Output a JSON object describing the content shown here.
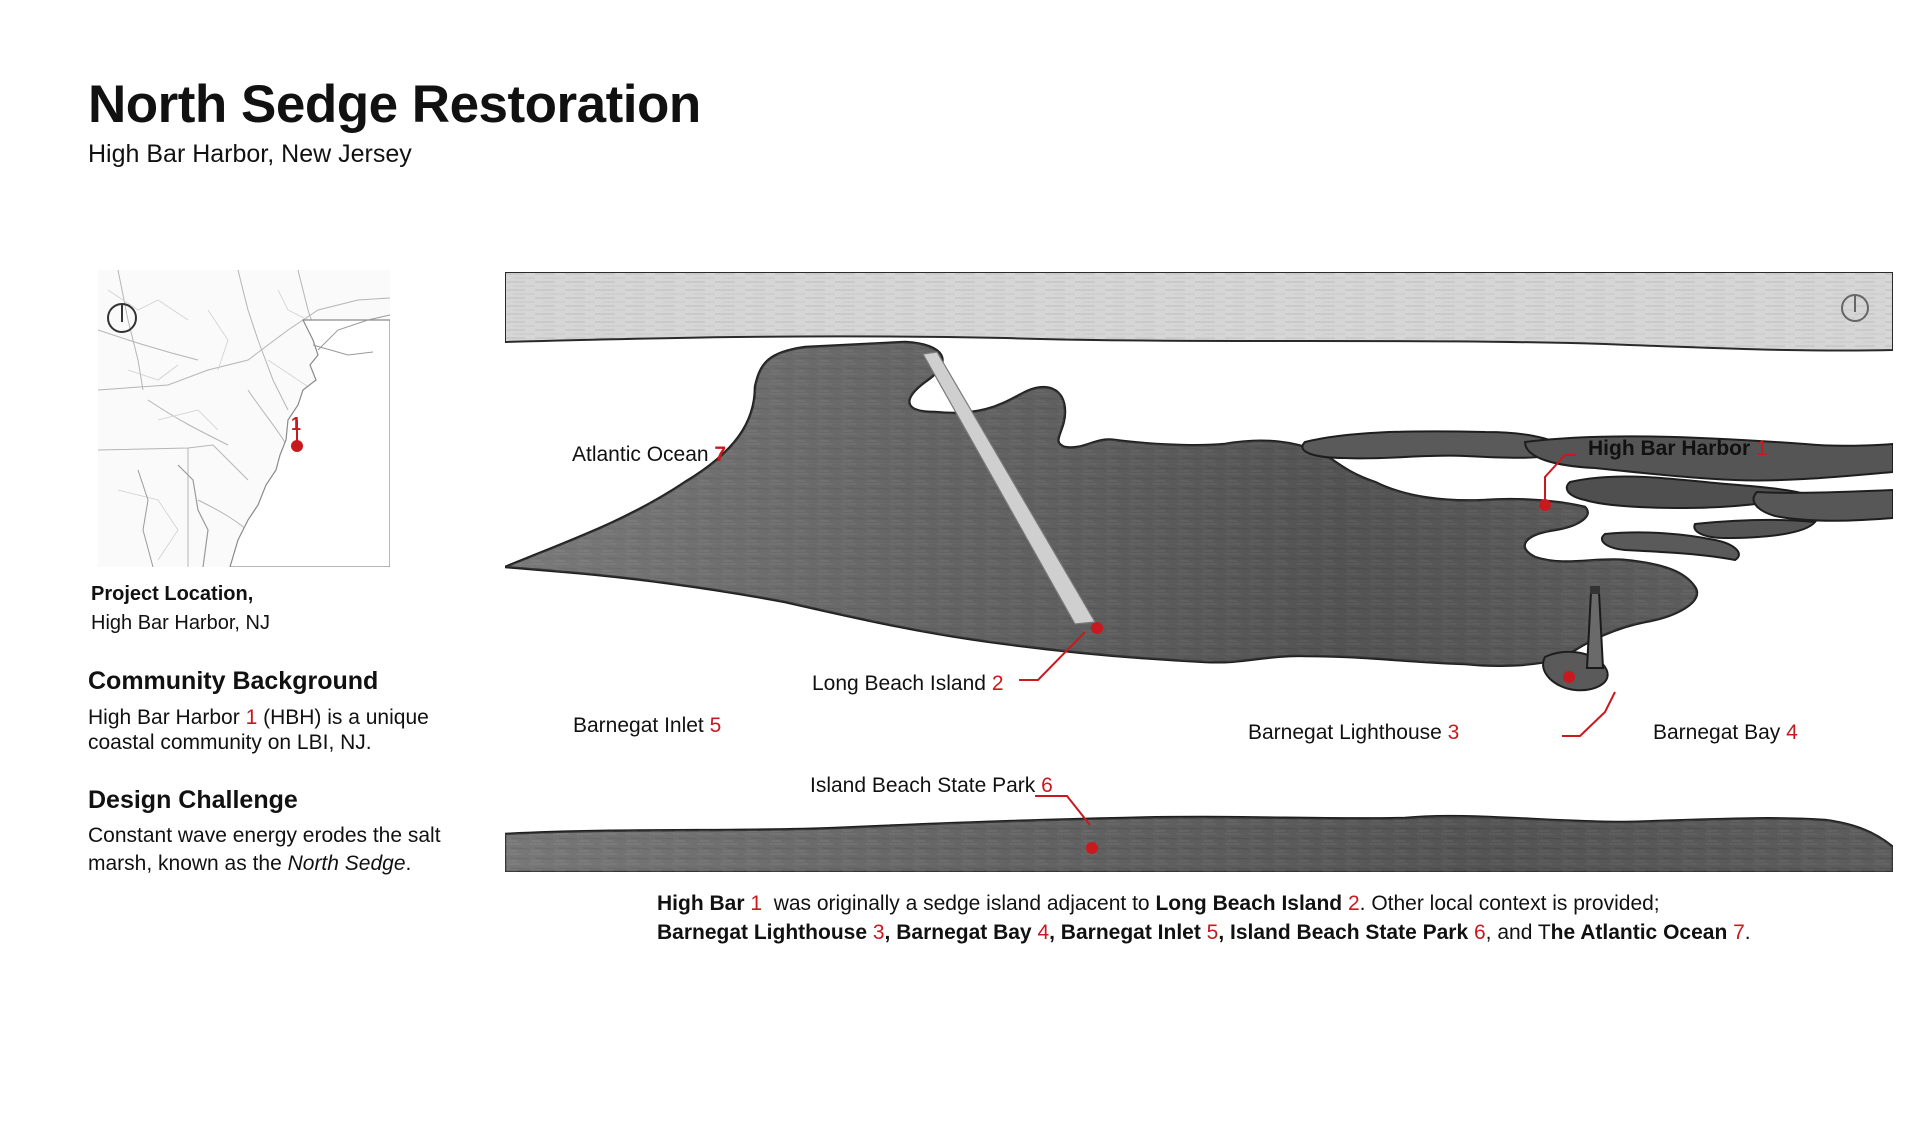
{
  "header": {
    "title": "North Sedge Restoration",
    "subtitle": "High Bar Harbor, New Jersey"
  },
  "locator_map": {
    "marker_number": "1",
    "label_bold": "Project Location,",
    "label": "High Bar Harbor, NJ"
  },
  "community": {
    "title": "Community Background",
    "line1_pre": "High Bar Harbor ",
    "line1_num": "1",
    "line1_post": " (HBH) is a unique",
    "line2": "coastal community on LBI, NJ."
  },
  "design": {
    "title": "Design Challenge",
    "line1": "Constant wave energy erodes the salt",
    "line2_pre": "marsh, known as the ",
    "line2_em": "North Sedge",
    "line2_post": "."
  },
  "map_labels": {
    "atlantic": {
      "text": "Atlantic Ocean ",
      "num": "7"
    },
    "high_bar_harbor": {
      "text": "High Bar Harbor ",
      "num": "1"
    },
    "long_beach_island": {
      "text": "Long Beach Island ",
      "num": "2"
    },
    "barnegat_inlet": {
      "text": "Barnegat Inlet ",
      "num": "5"
    },
    "barnegat_lighthouse": {
      "text": "Barnegat Lighthouse ",
      "num": "3"
    },
    "barnegat_bay": {
      "text": "Barnegat Bay ",
      "num": "4"
    },
    "island_beach": {
      "text": "Island Beach State Park ",
      "num": "6"
    }
  },
  "caption": {
    "l1_b1": "High Bar ",
    "l1_n1": "1",
    "l1_t1": "  was originally a sedge island adjacent to ",
    "l1_b2": "Long Beach Island ",
    "l1_n2": "2",
    "l1_t2": ". Other local context is provided;",
    "l2_b1": "Barnegat Lighthouse ",
    "l2_n1": "3",
    "l2_s1": ", ",
    "l2_b2": "Barnegat Bay ",
    "l2_n2": "4",
    "l2_s2": ", ",
    "l2_b3": "Barnegat Inlet ",
    "l2_n3": "5",
    "l2_s3": ", ",
    "l2_b4": "Island Beach State Park ",
    "l2_n4": "6",
    "l2_s4": ", and T",
    "l2_b5": "he Atlantic Ocean ",
    "l2_n5": "7",
    "l2_s5": "."
  },
  "colors": {
    "accent": "#c8191e",
    "land": "#4a4a4a",
    "water": "#ffffff"
  },
  "icons": [
    "north-arrow-icon",
    "pin-icon"
  ]
}
